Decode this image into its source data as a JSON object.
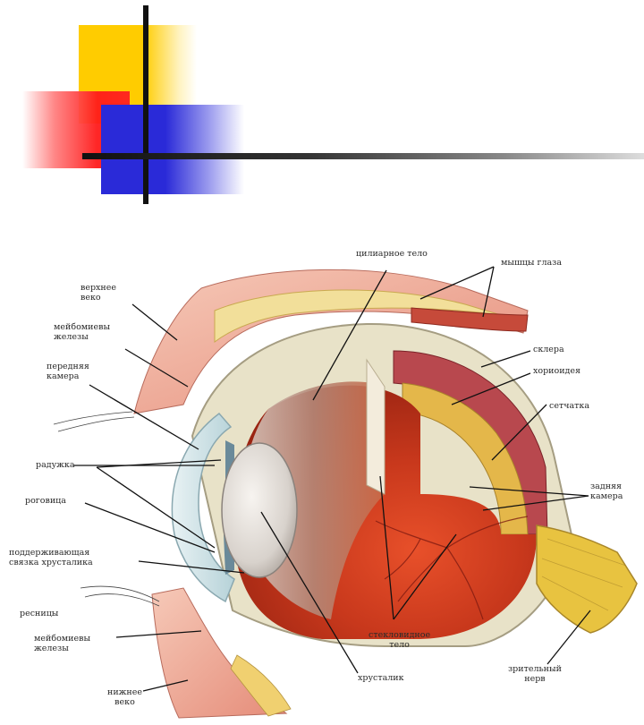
{
  "labels": {
    "ciliary_body": "цилиарное тело",
    "eye_muscles": "мышцы глаза",
    "upper_eyelid": "верхнее\nвеко",
    "meibomian_upper": "мейбомиевы\nжелезы",
    "anterior_chamber": "передняя\nкамера",
    "sclera": "склера",
    "choroid": "хориоидея",
    "retina": "сетчатка",
    "iris": "радужка",
    "cornea": "роговица",
    "posterior_chamber": "задняя\nкамера",
    "zonule": "поддерживающая\nсвязка хрусталика",
    "eyelashes": "ресницы",
    "meibomian_lower": "мейбомиевы\nжелезы",
    "vitreous": "стекловидное\nтело",
    "optic_nerve": "зрительный\nнерв",
    "lens": "хрусталик",
    "lower_eyelid": "нижнее\nвеко"
  },
  "colors": {
    "yellow": "#ffcc00",
    "red": "#ff1a1a",
    "blue": "#2a2ad8"
  }
}
